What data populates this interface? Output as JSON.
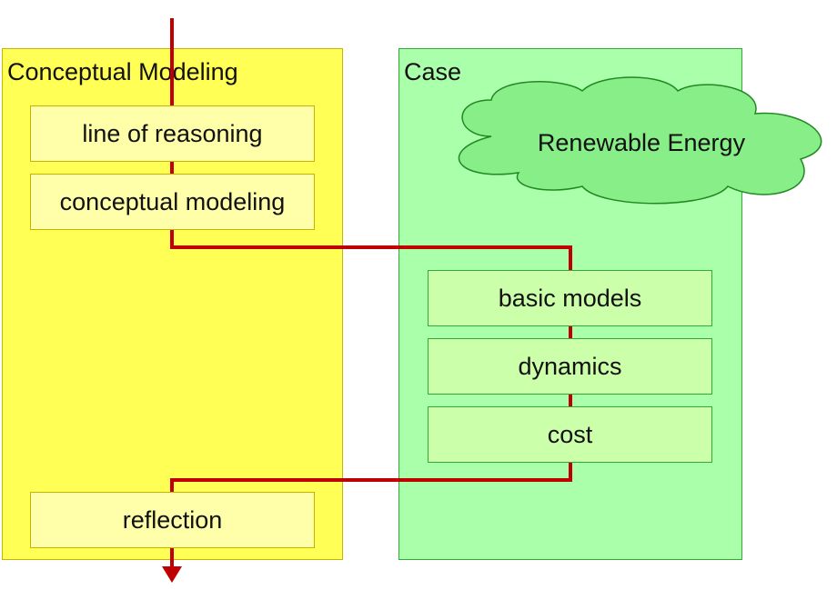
{
  "colors": {
    "left_panel_fill": "#ffff55",
    "left_panel_border": "#c8b400",
    "left_box_fill": "#ffffaa",
    "left_box_border": "#c8b400",
    "right_panel_fill": "#aaffaa",
    "right_panel_border": "#33aa33",
    "right_box_fill": "#ccffaa",
    "right_box_border": "#33aa33",
    "cloud_fill": "#88ee88",
    "cloud_border": "#228822",
    "flow_line": "#c00000"
  },
  "left_panel": {
    "title": "Conceptual Modeling",
    "boxes": [
      "line of reasoning",
      "conceptual modeling",
      "reflection"
    ]
  },
  "right_panel": {
    "title": "Case",
    "cloud_label": "Renewable Energy",
    "boxes": [
      "basic models",
      "dynamics",
      "cost"
    ]
  }
}
